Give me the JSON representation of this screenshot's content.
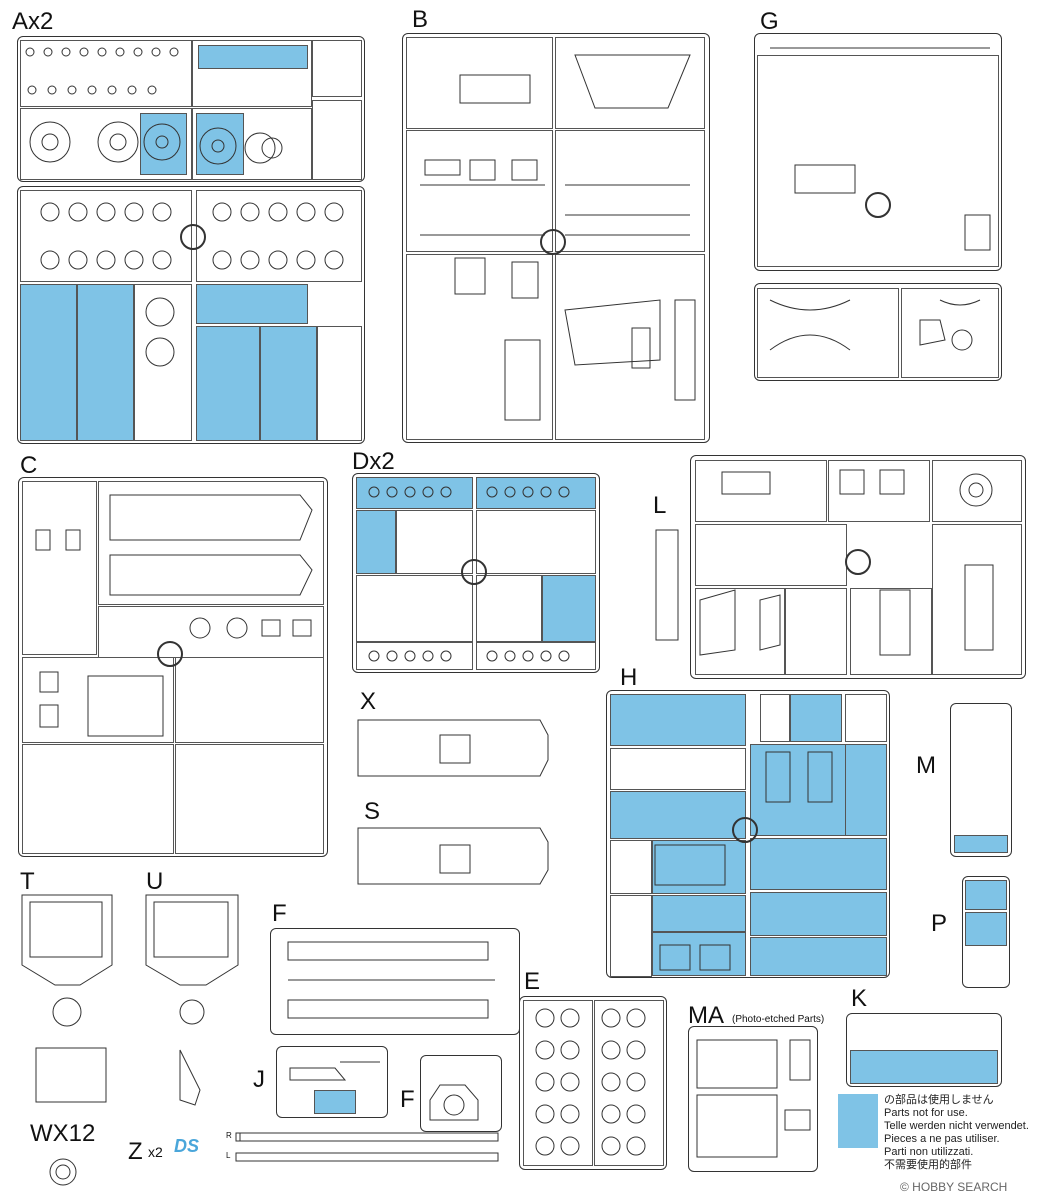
{
  "sprues": [
    {
      "id": "Ax2"
    },
    {
      "id": "B"
    },
    {
      "id": "G"
    },
    {
      "id": "C"
    },
    {
      "id": "Dx2"
    },
    {
      "id": "L"
    },
    {
      "id": "X"
    },
    {
      "id": "S"
    },
    {
      "id": "H"
    },
    {
      "id": "M"
    },
    {
      "id": "P"
    },
    {
      "id": "T"
    },
    {
      "id": "U"
    },
    {
      "id": "F"
    },
    {
      "id": "E"
    },
    {
      "id": "MA"
    },
    {
      "id": "K"
    },
    {
      "id": "J"
    },
    {
      "id": "WX12"
    }
  ],
  "labels": {
    "ax2": "Ax2",
    "b": "B",
    "g": "G",
    "c": "C",
    "dx2": "Dx2",
    "l": "L",
    "x": "X",
    "s": "S",
    "h": "H",
    "m": "M",
    "p": "P",
    "t": "T",
    "u": "U",
    "f_top": "F",
    "f_small": "F",
    "e": "E",
    "ma": "MA",
    "ma_note": "(Photo-etched Parts)",
    "k": "K",
    "j": "J",
    "wx12": "WX12",
    "z": "Z",
    "z_mult": "x2",
    "ds": "DS",
    "track_r": "R",
    "track_l": "L"
  },
  "notice": [
    "の部品は使用しません",
    "Parts not for use.",
    "Telle werden nicht verwendet.",
    "Pieces a ne pas utiliser.",
    "Parti non utilizzati.",
    "不需要使用的部件"
  ],
  "watermark": "© HOBBY SEARCH",
  "colors": {
    "unused_parts": "#7fc3e6",
    "frame": "#333333"
  }
}
